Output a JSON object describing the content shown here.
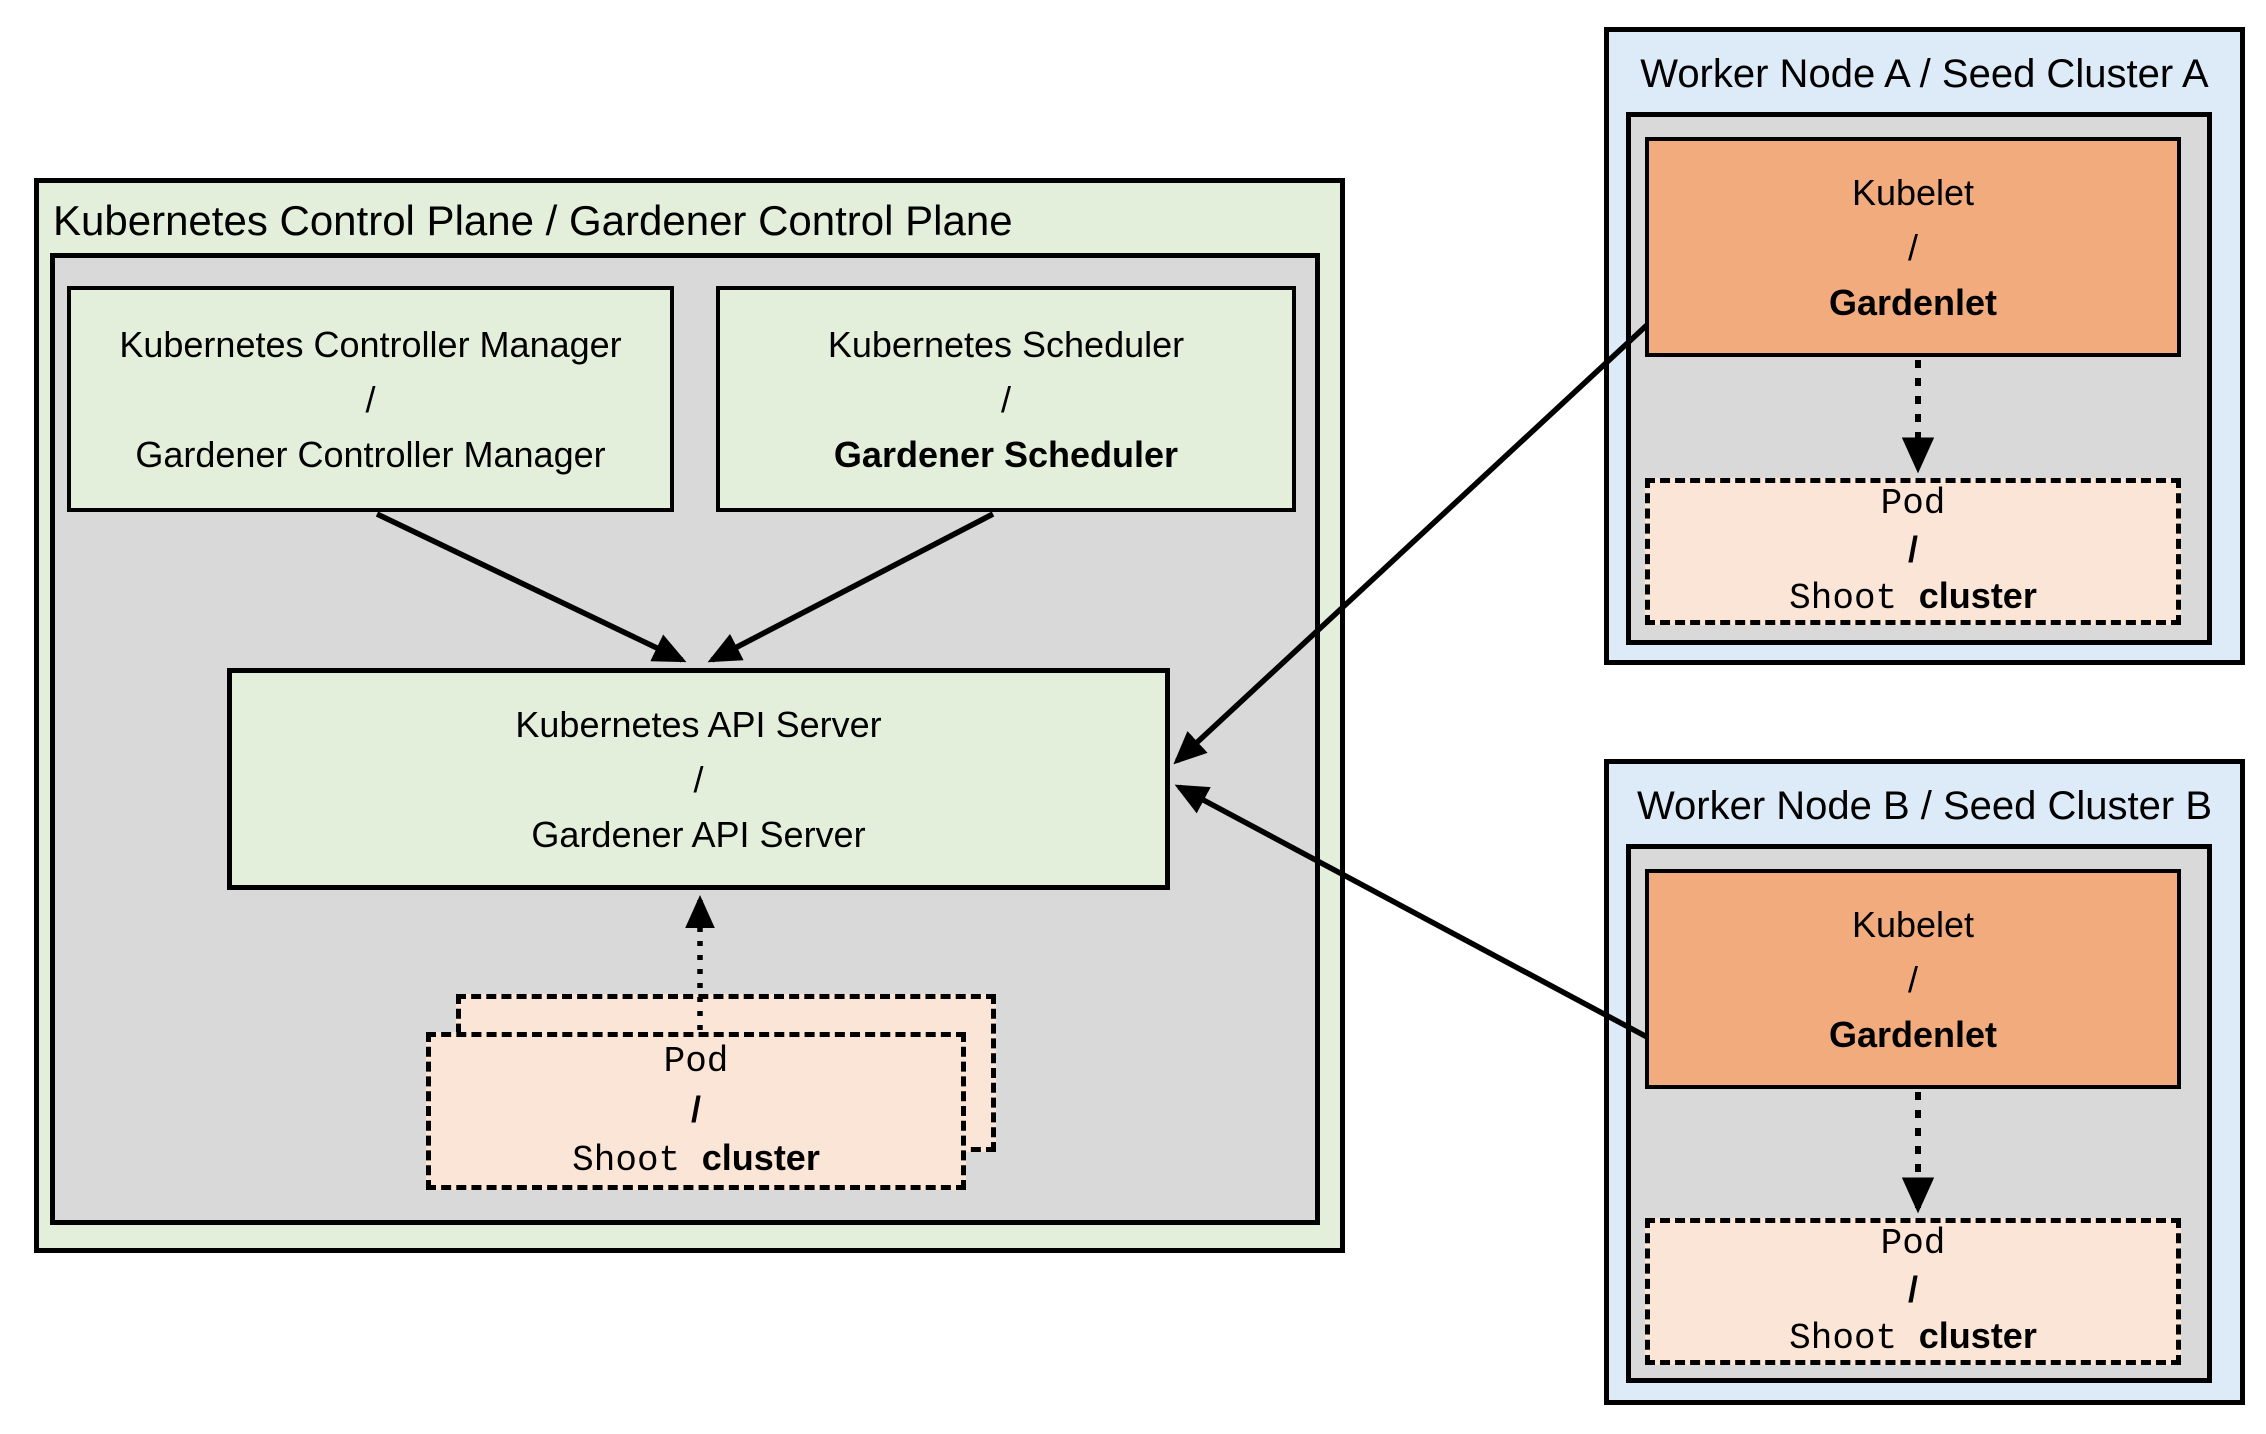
{
  "control_plane": {
    "title": "Kubernetes Control Plane / Gardener Control Plane",
    "controller_manager": {
      "line1": "Kubernetes Controller Manager",
      "slash": "/",
      "line2": "Gardener Controller Manager"
    },
    "scheduler": {
      "line1": "Kubernetes Scheduler",
      "slash": "/",
      "line2": "Gardener Scheduler"
    },
    "api_server": {
      "line1": "Kubernetes API Server",
      "slash": "/",
      "line2": "Gardener API Server"
    },
    "pod_stack": {
      "line1": "Pod",
      "slash": "/",
      "line2_code": "Shoot",
      "line2_text": "cluster"
    }
  },
  "workers": [
    {
      "title": "Worker Node A / Seed Cluster A",
      "kubelet": {
        "line1": "Kubelet",
        "slash": "/",
        "line2": "Gardenlet"
      },
      "pod": {
        "line1": "Pod",
        "slash": "/",
        "line2_code": "Shoot",
        "line2_text": "cluster"
      }
    },
    {
      "title": "Worker Node B / Seed Cluster B",
      "kubelet": {
        "line1": "Kubelet",
        "slash": "/",
        "line2": "Gardenlet"
      },
      "pod": {
        "line1": "Pod",
        "slash": "/",
        "line2_code": "Shoot",
        "line2_text": "cluster"
      }
    }
  ],
  "colors": {
    "light_green": "#e3efda",
    "gray": "#d9d9d9",
    "light_blue": "#dcebf7",
    "orange": "#f2ab7d",
    "peach": "#fbe5d6",
    "line": "#000000"
  }
}
